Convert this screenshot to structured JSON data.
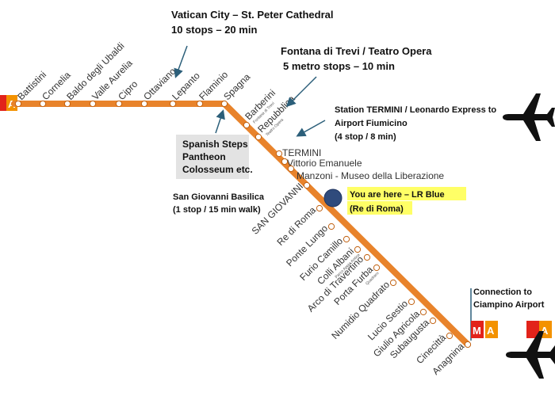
{
  "line": {
    "color": "#e8832b",
    "stations": [
      {
        "name": "Battistini"
      },
      {
        "name": "Cornelia"
      },
      {
        "name": "Baldo degli Ubaldi"
      },
      {
        "name": "Valle Aurelia"
      },
      {
        "name": "Cipro"
      },
      {
        "name": "Ottaviano"
      },
      {
        "name": "Lepanto"
      },
      {
        "name": "Flaminio"
      },
      {
        "name": "Spagna"
      },
      {
        "name": "Barberini",
        "sub": "Fontana di Trevi"
      },
      {
        "name": "Repubblica",
        "sub": "Teatro Opera"
      },
      {
        "name": "TERMINI"
      },
      {
        "name": "Vittorio Emanuele"
      },
      {
        "name": "Manzoni - Museo della Liberazione"
      },
      {
        "name": "SAN GIOVANNI"
      },
      {
        "name": "Re di Roma"
      },
      {
        "name": "Ponte Lungo"
      },
      {
        "name": "Furio Camillo"
      },
      {
        "name": "Colli Albani",
        "sub": "Parco Appia Antica"
      },
      {
        "name": "Arco di Travertino"
      },
      {
        "name": "Porta Furba",
        "sub": "Quadraro"
      },
      {
        "name": "Numidio Quadrato"
      },
      {
        "name": "Lucio Sestio"
      },
      {
        "name": "Giulio Agricola"
      },
      {
        "name": "Subaugusta"
      },
      {
        "name": "Cinecittà"
      },
      {
        "name": "Anagnina"
      }
    ]
  },
  "annotations": {
    "vatican": [
      "Vatican City – St. Peter Cathedral",
      "10 stops – 20 min"
    ],
    "trevi": [
      "Fontana di Trevi / Teatro Opera",
      "5 metro stops – 10 min"
    ],
    "termini": [
      "Station TERMINI / Leonardo Express to",
      "Airport Fiumicino",
      "(4 stop / 8 min)"
    ],
    "spanish_steps": [
      "Spanish Steps",
      "Pantheon",
      "Colosseum etc."
    ],
    "san_giovanni": [
      "San Giovanni Basilica",
      "(1 stop / 15 min walk)"
    ],
    "you_are_here": [
      "You are here – LR Blue",
      "(Re di Roma)"
    ],
    "ciampino": [
      "Connection to",
      "Ciampino Airport"
    ]
  },
  "metro_logo": {
    "m": "M",
    "a": "A",
    "red": "#e2231a",
    "orange": "#f39200"
  },
  "colors": {
    "you_are_here_dot": "#2f4b7c",
    "arrow": "#2c5f7a",
    "airplane": "#111111"
  },
  "icons": [
    "airplane-icon",
    "airplane-icon",
    "metro-logo-icon"
  ]
}
